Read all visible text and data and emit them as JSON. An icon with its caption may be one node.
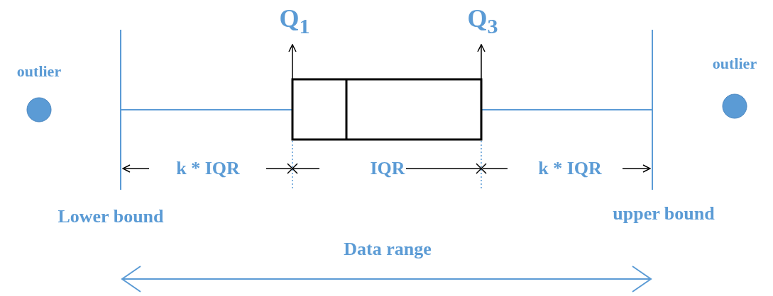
{
  "diagram": {
    "labels": [
      "Q$_{1}$",
      "Q$_{3}$",
      "outlier",
      "outlier",
      "k * IQR",
      "IQR",
      "k * IQR",
      "Lower bound",
      "upper bound",
      "Data range"
    ]
  }
}
